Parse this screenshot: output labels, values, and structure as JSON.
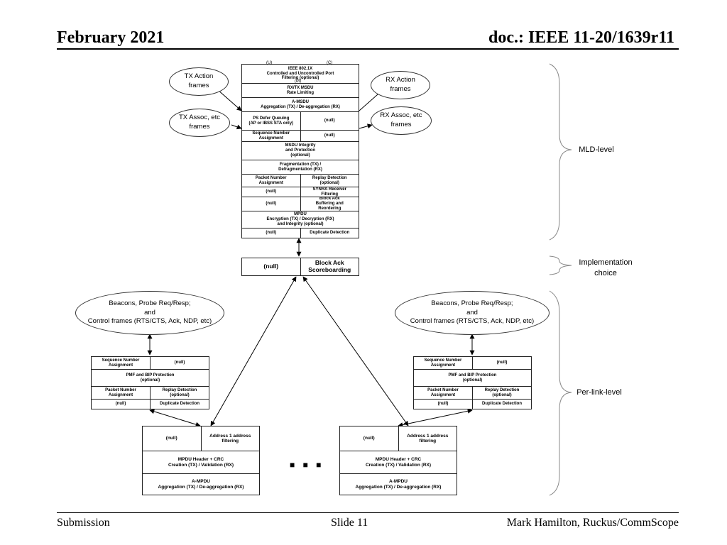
{
  "header": {
    "date": "February 2021",
    "doc": "doc.: IEEE 11-20/1639r11"
  },
  "footer": {
    "left": "Submission",
    "center": "Slide 11",
    "right": "Mark Hamilton, Ruckus/CommScope"
  },
  "ovals": {
    "tx_action": "TX Action\nframes",
    "tx_assoc": "TX Assoc, etc\nframes",
    "rx_action": "RX Action\nframes",
    "rx_assoc": "RX Assoc, etc\nframes",
    "beacons_left": "Beacons, Probe Req/Resp;\nand\nControl frames (RTS/CTS, Ack, NDP, etc)",
    "beacons_right": "Beacons, Probe Req/Resp;\nand\nControl frames (RTS/CTS, Ack, NDP, etc)"
  },
  "mld_stack": {
    "port_u": "(U)",
    "port_c": "(C)",
    "port_m": "(M)",
    "ieee8021x": "IEEE 802.1X\nControlled and Uncontrolled Port\nFiltering (optional)",
    "rxtx_msdu": "RX/TX MSDU\nRate Limiting",
    "amsdu": "A-MSDU\nAggregation (TX) / De-aggregation (RX)",
    "ps_defer": "PS Defer Queuing\n(AP or IBSS STA only)",
    "null_1": "(null)",
    "seq_num": "Sequence Number\nAssignment",
    "null_2": "(null)",
    "msdu_integrity": "MSDU Integrity\nand Protection\n(optional)",
    "fragmentation": "Fragmentation (TX) /\nDefragmentation (RX)",
    "pn_assign": "Packet Number\nAssignment",
    "replay": "Replay Detection\n(optional)",
    "null_3": "(null)",
    "synra": "SYNRA Receiver\nFiltering",
    "null_4": "(null)",
    "block_ack_buf": "Block Ack\nBuffering and\nReordering",
    "mpdu_enc": "MPDU\nEncryption (TX) / Decryption (RX)\nand Integrity (optional)",
    "null_5": "(null)",
    "dup_detect": "Duplicate Detection"
  },
  "scoreboard": {
    "null": "(null)",
    "label": "Block Ack\nScoreboarding"
  },
  "link_left": {
    "seq_num": "Sequence Number\nAssignment",
    "null_1": "(null)",
    "pmf": "PMF and BIP Protection\n(optional)",
    "pn_assign": "Packet Number\nAssignment",
    "replay": "Replay Detection\n(optional)",
    "null_2": "(null)",
    "dup_detect": "Duplicate Detection"
  },
  "link_right": {
    "seq_num": "Sequence Number\nAssignment",
    "null_1": "(null)",
    "pmf": "PMF and BIP Protection\n(optional)",
    "pn_assign": "Packet Number\nAssignment",
    "replay": "Replay Detection\n(optional)",
    "null_2": "(null)",
    "dup_detect": "Duplicate Detection"
  },
  "phy_left": {
    "null": "(null)",
    "addr_filter": "Address 1 address\nfiltering",
    "mpdu_header": "MPDU Header + CRC\nCreation (TX) / Validation (RX)",
    "ampdu": "A-MPDU\nAggregation (TX) / De-aggregation (RX)"
  },
  "phy_right": {
    "null": "(null)",
    "addr_filter": "Address 1 address\nfiltering",
    "mpdu_header": "MPDU Header + CRC\nCreation (TX) / Validation (RX)",
    "ampdu": "A-MPDU\nAggregation (TX) / De-aggregation (RX)"
  },
  "ellipsis": "■ ■ ■",
  "side_labels": {
    "mld": "MLD-level",
    "impl": "Implementation\nchoice",
    "per_link": "Per-link-level"
  }
}
